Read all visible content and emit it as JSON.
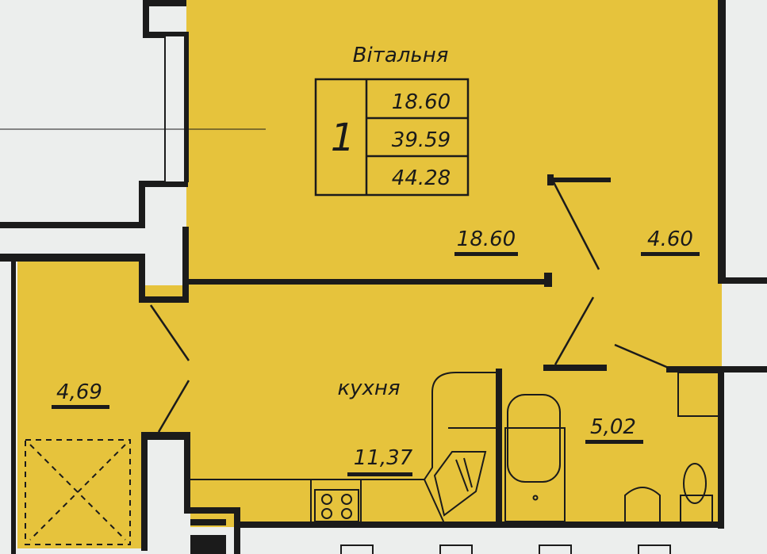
{
  "colors": {
    "floor": "#e6c33c",
    "background": "#eceeed",
    "wall": "#1b1b1b"
  },
  "apartment": {
    "rooms_count": "1",
    "living_area": "18.60",
    "usable_area": "39.59",
    "total_area": "44.28"
  },
  "rooms": {
    "living": {
      "name": "Вітальня",
      "area": "18.60"
    },
    "hall": {
      "area": "4.60"
    },
    "balcony": {
      "area": "4,69"
    },
    "kitchen": {
      "name": "кухня",
      "area": "11,37"
    },
    "bathroom": {
      "area": "5,02"
    }
  }
}
